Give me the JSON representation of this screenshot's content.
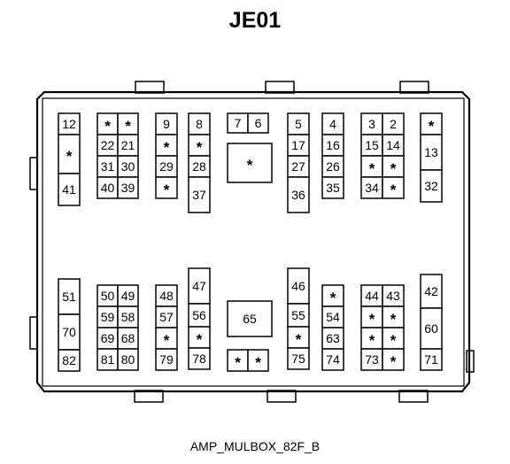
{
  "title": "JE01",
  "caption": "AMP_MULBOX_82F_B",
  "slots": {
    "12": "12",
    "s_a1": "*",
    "41": "41",
    "s_b1": "*",
    "s_b2": "*",
    "22": "22",
    "21": "21",
    "31": "31",
    "30": "30",
    "40": "40",
    "39": "39",
    "9": "9",
    "s_c1": "*",
    "29": "29",
    "s_c2": "*",
    "8": "8",
    "s_d1": "*",
    "28": "28",
    "37": "37",
    "7": "7",
    "6": "6",
    "s_center_top": "*",
    "5": "5",
    "17": "17",
    "27": "27",
    "36": "36",
    "4": "4",
    "16": "16",
    "26": "26",
    "35": "35",
    "3": "3",
    "2": "2",
    "15": "15",
    "14": "14",
    "s_h1": "*",
    "s_h2": "*",
    "34": "34",
    "s_h3": "*",
    "s_i1": "*",
    "13": "13",
    "32": "32",
    "51": "51",
    "70": "70",
    "82": "82",
    "50": "50",
    "49": "49",
    "59": "59",
    "58": "58",
    "69": "69",
    "68": "68",
    "81": "81",
    "80": "80",
    "48": "48",
    "57": "57",
    "s_c3": "*",
    "79": "79",
    "47": "47",
    "56": "56",
    "s_d2": "*",
    "78": "78",
    "65": "65",
    "s_e1": "*",
    "s_e2": "*",
    "46": "46",
    "55": "55",
    "s_f1": "*",
    "75": "75",
    "s_g1": "*",
    "54": "54",
    "63": "63",
    "74": "74",
    "44": "44",
    "43": "43",
    "s_h4": "*",
    "s_h5": "*",
    "s_h6": "*",
    "s_h7": "*",
    "73": "73",
    "s_h8": "*",
    "42": "42",
    "60": "60",
    "71": "71"
  }
}
